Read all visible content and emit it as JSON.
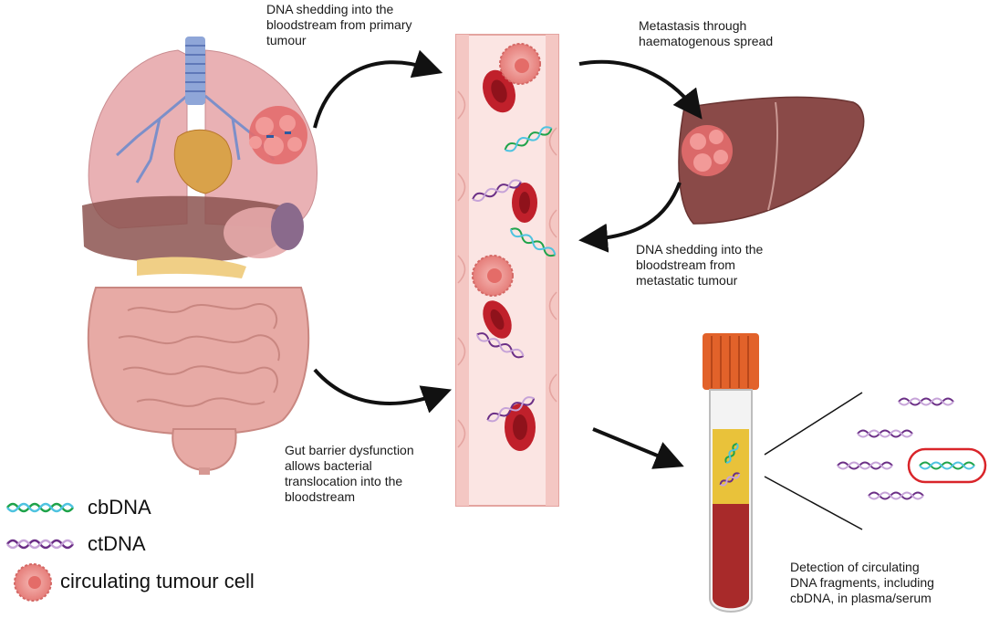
{
  "captions": {
    "primary_shedding": "DNA shedding into the\nbloodstream from primary\ntumour",
    "metastasis": "Metastasis through\nhaematogenous spread",
    "metastatic_shedding": "DNA shedding into the\nbloodstream from\nmetastatic  tumour",
    "gut_barrier": "Gut barrier dysfunction\nallows bacterial\ntranslocation into the\nbloodstream",
    "detection": "Detection of circulating\nDNA fragments, including\ncbDNA, in plasma/serum"
  },
  "legend": {
    "cbdna": "cbDNA",
    "ctdna": "ctDNA",
    "ctc": "circulating tumour cell"
  },
  "colors": {
    "cbdna": "#1fa34a",
    "cbdna_alt": "#4fc3e0",
    "ctdna": "#6b2f86",
    "ctdna_alt": "#c6a3d8",
    "rbc": "#c0202b",
    "ctc": "#ef8f8c",
    "vessel": "#fbe5e3",
    "liver": "#8a4a48",
    "tube_cap": "#e2622a",
    "plasma": "#e9c23a",
    "blood": "#a82a2a",
    "highlight_ring": "#d9252a"
  }
}
